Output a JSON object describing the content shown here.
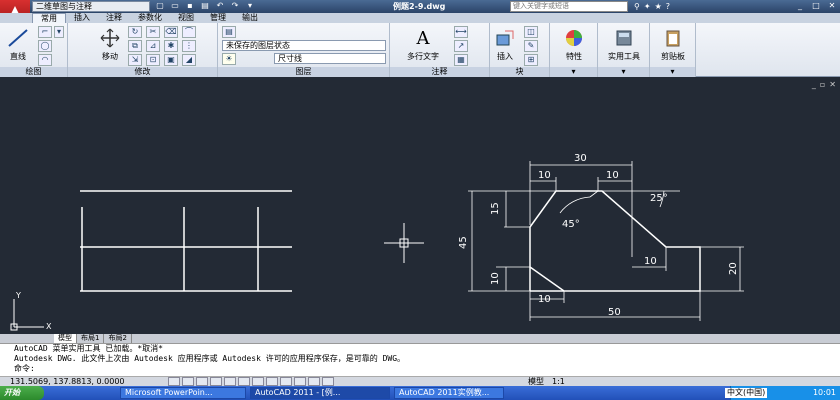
{
  "window": {
    "workspace": "二维草图与注释",
    "doc_title": "例题2-9.dwg",
    "search_placeholder": "键入关键字或短语"
  },
  "ribbon_tabs": [
    "常用",
    "插入",
    "注释",
    "参数化",
    "视图",
    "管理",
    "输出"
  ],
  "panels": {
    "draw": {
      "title": "绘图",
      "line_label": "直线"
    },
    "modify": {
      "title": "修改",
      "move_label": "移动"
    },
    "layers": {
      "title": "图层",
      "state": "未保存的图层状态",
      "layer_name": "尺寸线"
    },
    "annotation": {
      "title": "注释",
      "mtext_label": "多行文字"
    },
    "block": {
      "title": "块",
      "insert_label": "插入"
    },
    "properties": {
      "label": "特性"
    },
    "utilities": {
      "label": "实用工具"
    },
    "clipboard": {
      "label": "剪贴板"
    }
  },
  "drawing": {
    "dims": {
      "d30": "30",
      "d10a": "10",
      "d10b": "10",
      "d25": "25°",
      "d15": "15",
      "d45": "45",
      "d45deg": "45°",
      "d10c": "10",
      "d10d": "10",
      "d10e": "10",
      "d20": "20",
      "d50": "50"
    },
    "ucs": {
      "y": "Y",
      "x": "X"
    }
  },
  "layout_tabs": [
    "模型",
    "布局1",
    "布局2"
  ],
  "command": {
    "line1": "AutoCAD 菜单实用工具 已加载。*取消*",
    "line2": "Autodesk DWG.   此文件上次由 Autodesk 应用程序或 Autodesk 许可的应用程序保存，是可靠的 DWG。",
    "prompt": "命令:"
  },
  "status": {
    "coords": "131.5069, 137.8813, 0.0000",
    "model": "模型",
    "scale": "1:1"
  },
  "taskbar": {
    "start": "开始",
    "tasks": [
      "Microsoft PowerPoin...",
      "AutoCAD 2011 - [例...",
      "AutoCAD 2011实例教..."
    ],
    "ime": "中文(中国)",
    "clock": "10:01"
  },
  "colors": {
    "canvas": "#232a35",
    "ribbon_accent": "#2b4468",
    "taskbar": "#2250b8"
  }
}
